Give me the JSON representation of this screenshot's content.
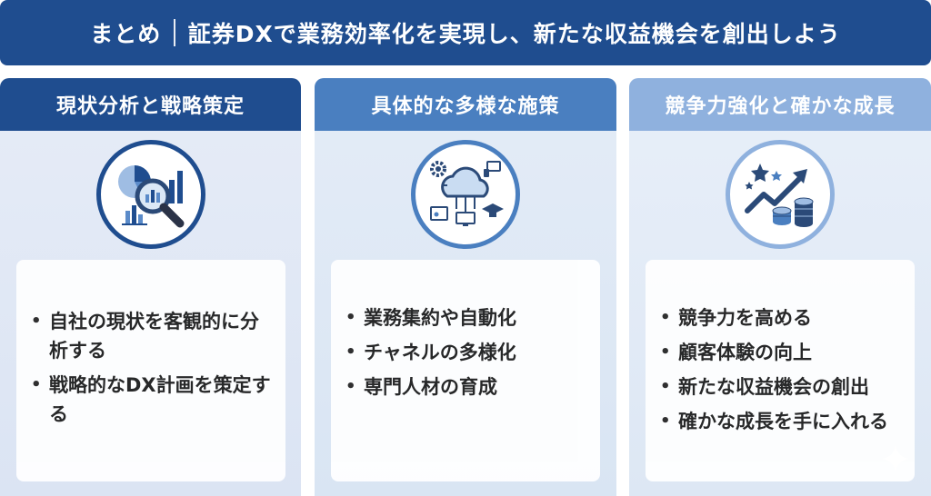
{
  "banner": {
    "left": "まとめ",
    "right": "証券DXで業務効率化を実現し、新たな収益機会を創出しよう"
  },
  "columns": [
    {
      "title": "現状分析と戦略策定",
      "icon": "magnifier-chart-icon",
      "items": [
        "自社の現状を客観的に分析する",
        "戦略的なDX計画を策定する"
      ]
    },
    {
      "title": "具体的な多様な施策",
      "icon": "cloud-network-icon",
      "items": [
        "業務集約や自動化",
        "チャネルの多様化",
        "専門人材の育成"
      ]
    },
    {
      "title": "競争力強化と確かな成長",
      "icon": "growth-chart-icon",
      "items": [
        "競争力を高める",
        "顧客体験の向上",
        "新たな収益機会の創出",
        "確かな成長を手に入れる"
      ]
    }
  ],
  "colors": {
    "dark_blue": "#1f4d8f",
    "mid_blue": "#4a7fc0",
    "light_blue": "#8fb1de"
  }
}
